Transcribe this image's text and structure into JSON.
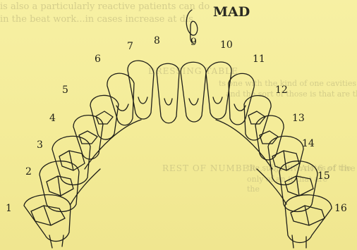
{
  "header": {
    "label": "MAD"
  },
  "bleed_text": [
    "is also a particularly reactive patients can do",
    "in the beat work...in cases increase at dis",
    "DRESSING TABLE",
    "ts one with the kind of one cavities to",
    "and the sort of those is that are the",
    "REST OF NUMBER ... ... ... All 6 of the",
    "the subjective notes of the",
    "only of an it that are",
    "the"
  ],
  "teeth_numbers": [
    "1",
    "2",
    "3",
    "4",
    "5",
    "6",
    "7",
    "8",
    "9",
    "10",
    "11",
    "12",
    "13",
    "14",
    "15",
    "16"
  ],
  "colors": {
    "paper": "#f6efa0",
    "ink": "#1e1e18",
    "bleed": "#b8b27a"
  }
}
